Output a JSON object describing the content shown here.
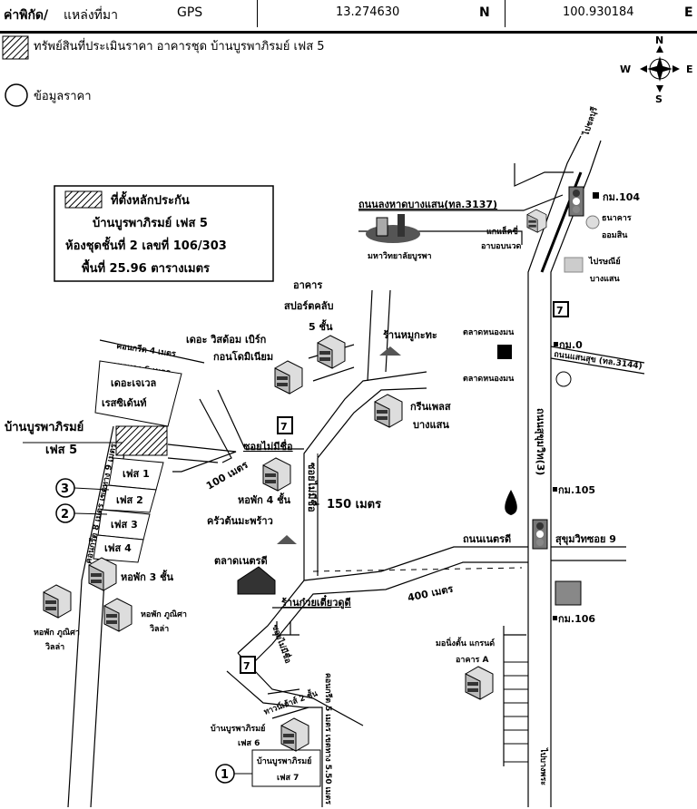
{
  "header": {
    "coord_label": "ค่าพิกัด/",
    "source_label": "แหล่งที่มา",
    "source_value": "GPS",
    "latitude": "13.274630",
    "lat_dir": "N",
    "longitude": "100.930184",
    "lon_dir": "E"
  },
  "legend": {
    "subject_property": "ทรัพย์สินที่ประเมินราคา อาคารชุด  บ้านบูรพาภิรมย์ เฟส 5",
    "price_data": "ข้อมูลราคา"
  },
  "compass": {
    "n": "N",
    "s": "S",
    "e": "E",
    "w": "W"
  },
  "info_box": {
    "title": "ที่ตั้งหลักประกัน",
    "line1": "บ้านบูรพาภิรมย์ เฟส 5",
    "line2": "ห้องชุดชั้นที่ 2 เลขที่ 106/303",
    "line3": "พื้นที่ 25.96 ตารางเมตร"
  },
  "map": {
    "roads": {
      "longhad": "ถนนลงหาดบางแสน(ทล.3137)",
      "sukhumvit": "ถนนสุขุมวิท(3)",
      "saensuk": "ถนนแสนสุข (ทล.3144)",
      "netradee": "ถนนเนตรดี",
      "sukhumvit_soi9": "สุขุมวิทซอย 9",
      "soi_maimeechue": "ซอยไม่มีชื่อ",
      "soi_maimeechue_2": "ซอยไม่มีชื่อ",
      "to_chonburi": "ไปชลบุรี",
      "to_bangphra": "ไปบางพระ",
      "concrete_4m": "คอนกรีต 4 เมตร",
      "row_6m": "เขตทาง 6 เมตร",
      "left_road": "คอนกรีต 8 เมตร เขตทาง 9 เมตร",
      "bottom_road": "คอนกรีต 5 เมตร เขตทาง 5.50 เมตร"
    },
    "distances": {
      "d100": "100 เมตร",
      "d150": "150 เมตร",
      "d400": "400 เมตร"
    },
    "km": {
      "km104": "กม.104",
      "km0": "กม.0",
      "km105": "กม.105",
      "km106": "กม.106"
    },
    "places": {
      "burapha_univ": "มหาวิทยาลัยบูรพา",
      "galaxy": "แกแล็คซี่",
      "galaxy2": "อาบอบนวด",
      "gsb": "ธนาคาร",
      "gsb2": "ออมสิน",
      "post": "ไปรษณีย์",
      "post2": "บางแสน",
      "market1": "ตลาดหนองมน",
      "market2": "ตลาดหนองมน",
      "sport1": "อาคาร",
      "sport2": "สปอร์ตคลับ",
      "sport3": "5 ชั้น",
      "wisdom1": "เดอะ วิสด้อม เบิร์ก",
      "wisdom2": "กอนโดมิเนียม",
      "mookata": "ร้านหมูกะทะ",
      "greenplace1": "กรีนเพลส",
      "greenplace2": "บางแสน",
      "jewel1": "เดอะเจเวล",
      "jewel2": "เรสซิเด้นท์",
      "subject1": "บ้านบูรพาภิรมย์",
      "subject2": "เฟส 5",
      "phase1": "เฟส 1",
      "phase2": "เฟส 2",
      "phase3": "เฟส 3",
      "phase4": "เฟส 4",
      "dorm4": "หอพัก 4 ชั้น",
      "coconut": "ครัวต้นมะพร้าว",
      "netradee_market": "ตลาดเนตรดี",
      "dorm3": "หอพัก 3 ชั้น",
      "phunika1": "หอพัก ภูณิศา",
      "phunika1b": "วิลล่า",
      "phunika2": "หอพัก ภูณิศา",
      "phunika2b": "วิลล่า",
      "noodle": "ร้านก๋วยเตี๋ยวดูดี",
      "townhouse": "ทาวน์เฮ้าส์ 2 ชั้น",
      "phase6a": "บ้านบูรพาภิรมย์",
      "phase6b": "เฟส 6",
      "phase7a": "บ้านบูรพาภิรมย์",
      "phase7b": "เฟส 7",
      "morning1": "มอนิ่งตั้น แกรนด์",
      "morning2": "อาคาร A",
      "seven": "7"
    },
    "markers": [
      "1",
      "2",
      "3"
    ]
  },
  "colors": {
    "ink": "#000000",
    "building": "#9a9a9a",
    "traffic_light": "#777777"
  }
}
